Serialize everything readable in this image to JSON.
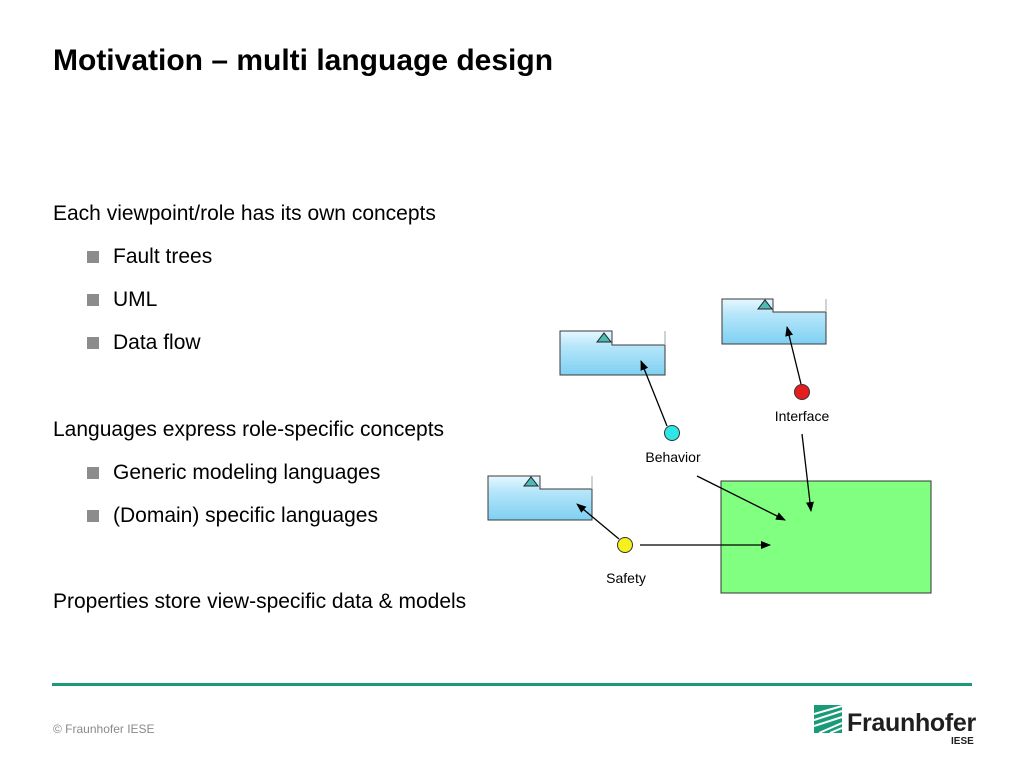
{
  "slide": {
    "title": "Motivation – multi language design",
    "section1": {
      "heading": "Each viewpoint/role has its own concepts",
      "items": [
        "Fault trees",
        "UML",
        "Data flow"
      ]
    },
    "section2": {
      "heading": "Languages express role-specific concepts",
      "items": [
        "Generic modeling languages",
        "(Domain) specific languages"
      ]
    },
    "section3": {
      "heading": "Properties store view-specific data & models"
    }
  },
  "diagram": {
    "labels": {
      "interface": "Interface",
      "behavior": "Behavior",
      "safety": "Safety"
    },
    "colors": {
      "interface_port": "#e61e1e",
      "behavior_port": "#2ee6e6",
      "safety_port": "#f5f01e",
      "component": "#80ff80",
      "view_box": "#8fd8f5"
    }
  },
  "footer": {
    "copyright": "© Fraunhofer IESE",
    "logo_text": "Fraunhofer",
    "logo_subtext": "IESE",
    "rule_color": "#1b9a77"
  }
}
